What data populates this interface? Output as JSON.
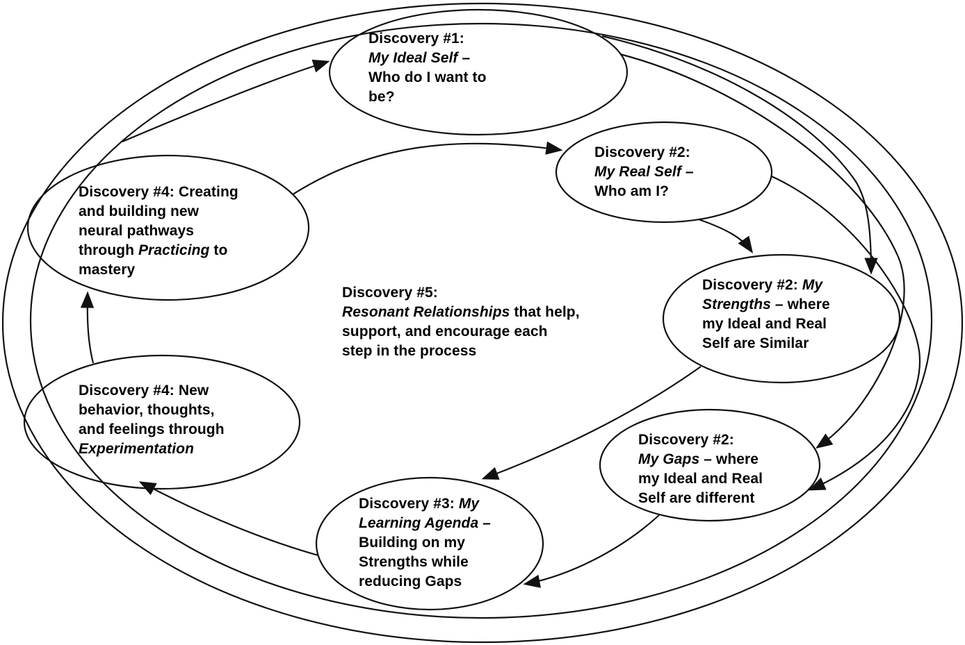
{
  "diagram": {
    "description": "Intentional change theory five discoveries cycle",
    "colors": {
      "line": "#111111",
      "background": "#ffffff",
      "text": "#000000"
    }
  },
  "nodes": [
    {
      "id": "ideal",
      "lines": [
        "Discovery #1:",
        "*My Ideal Self* –",
        "Who do I want to",
        "be?"
      ]
    },
    {
      "id": "real",
      "lines": [
        "Discovery #2:",
        "*My Real Self* –",
        "Who am I?"
      ]
    },
    {
      "id": "strengths",
      "lines": [
        "Discovery #2: *My*",
        "*Strengths* – where",
        "my Ideal and Real",
        "Self are Similar"
      ]
    },
    {
      "id": "gaps",
      "lines": [
        "Discovery #2:",
        "*My Gaps* – where",
        "my Ideal and Real",
        "Self are different"
      ]
    },
    {
      "id": "agenda",
      "lines": [
        "Discovery #3: *My*",
        "*Learning Agenda* –",
        "Building on my",
        "Strengths while",
        "reducing Gaps"
      ]
    },
    {
      "id": "experiment",
      "lines": [
        "Discovery #4: New",
        "behavior, thoughts,",
        "and feelings through",
        "*Experimentation*"
      ]
    },
    {
      "id": "practicing",
      "lines": [
        "Discovery #4: Creating",
        "and building new",
        "neural pathways",
        "through *Practicing* to",
        "mastery"
      ]
    },
    {
      "id": "center5",
      "lines": [
        "Discovery #5:",
        "*Resonant Relationships* that help,",
        "support, and encourage each",
        "step in the process"
      ]
    }
  ]
}
